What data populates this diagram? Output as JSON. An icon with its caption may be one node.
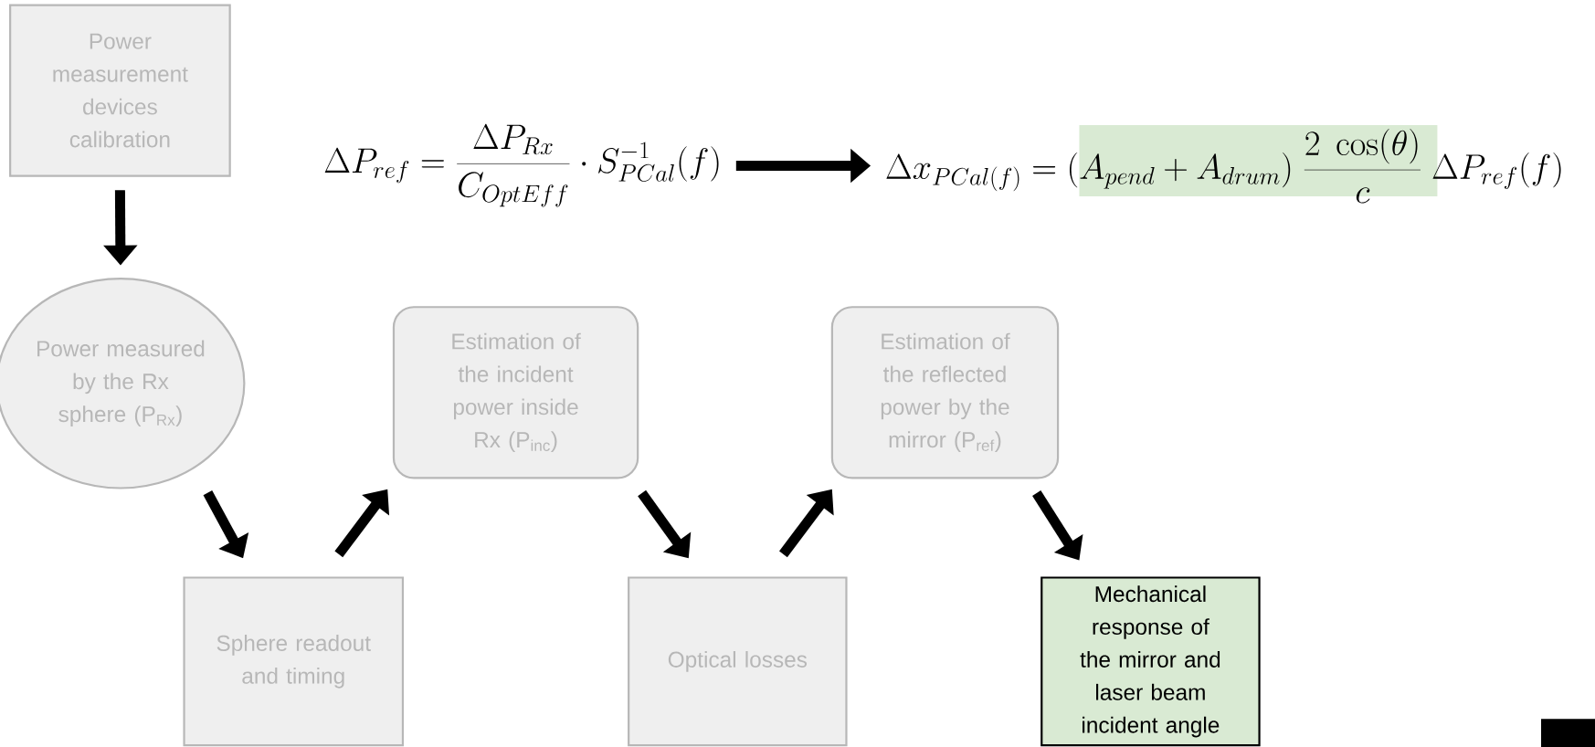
{
  "diagram": {
    "nodes": [
      {
        "text": [
          "Power measurement devices calibration"
        ]
      },
      {
        "text": [
          "Power measured by the Rx sphere (P$_{Rx}$)"
        ]
      },
      {
        "text": [
          "Sphere readout and timing"
        ]
      },
      {
        "text": [
          "Estimation of the incident power inside Rx (P$_{inc}$)"
        ]
      },
      {
        "text": [
          "Optical losses"
        ]
      },
      {
        "text": [
          "Estimation of the reflected power by the mirror (P$_{ref}$)"
        ]
      },
      {
        "text": [
          "Mechanical response of the mirror and laser beam incident angle"
        ]
      },
      {
        "text": [
          "\\Delta P_{ref} = \\frac{\\Delta P_{Rx}}{C_{OptEff}} \\cdot S_{PCal}^{-1}(f)"
        ]
      },
      {
        "text": [
          "\\Delta x_{PCal(f)} = (A_{pend} + A_{drum})\\ \\frac{2\\ \\cos(\\theta)}{c}\\ \\Delta P_{ref}(f)"
        ]
      }
    ],
    "edges": [
      {
        "from": 0,
        "to": 1,
        "arrow": "to"
      },
      {
        "from": 1,
        "to": 2,
        "arrow": "to"
      },
      {
        "from": 2,
        "to": 3,
        "arrow": "to"
      },
      {
        "from": 3,
        "to": 4,
        "arrow": "to"
      },
      {
        "from": 4,
        "to": 5,
        "arrow": "to"
      },
      {
        "from": 5,
        "to": 6,
        "arrow": "to"
      },
      {
        "from": 7,
        "to": 8,
        "arrow": "to"
      }
    ]
  }
}
